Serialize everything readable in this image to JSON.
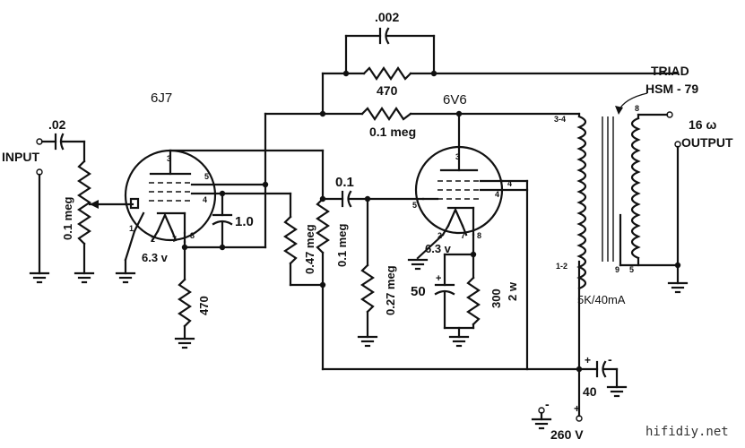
{
  "tubes": {
    "v1": {
      "type": "6J7",
      "heater": "6.3 v"
    },
    "v2": {
      "type": "6V6",
      "heater": "6.3 v"
    }
  },
  "input": {
    "label": "INPUT",
    "coupling_cap": ".02",
    "volume_pot": "0.1 meg"
  },
  "output": {
    "label": "OUTPUT",
    "impedance": "16 ω"
  },
  "transformer": {
    "brand": "TRIAD",
    "model": "HSM - 79",
    "spec": "5K/40mA"
  },
  "components": {
    "feedback_cap": ".002",
    "feedback_res": "470",
    "plate_load": "0.1 meg",
    "coupling_cap_stage": "0.1",
    "screen_bypass": "1.0",
    "cathode_res_v1": "470",
    "screen_res": "0.47 meg",
    "grid_res_v2": "0.1 meg",
    "grid_leak_v2": "0.27 meg",
    "cathode_bypass": "50",
    "cathode_res_v2": "300",
    "cathode_res_v2_watt": "2 w",
    "filter_cap": "40",
    "supply": "260 V"
  },
  "pins": {
    "v1_plate": "3",
    "v1_screen": "5",
    "v1_suppressor": "4",
    "v1_cathode": "8",
    "v1_h1": "2",
    "v1_h2": "7",
    "v1_1": "1",
    "v2_plate": "3",
    "v2_screen": "4",
    "v2_g": "5",
    "v2_cathode": "8",
    "v2_h1": "2",
    "v2_h2": "7",
    "t_p1": "3-4",
    "t_p2": "1-2",
    "t_s_top": "8",
    "t_s_9": "9",
    "t_s_5": "5"
  },
  "polarity": {
    "plus": "+",
    "minus": "-"
  },
  "watermark": "hifidiy.net"
}
